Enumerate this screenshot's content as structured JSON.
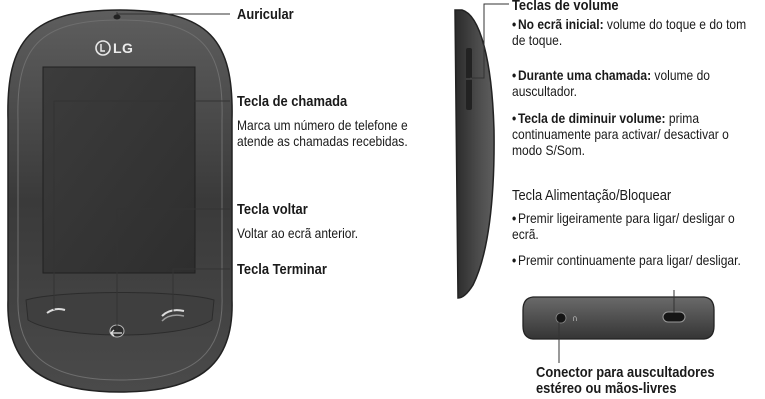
{
  "phone": {
    "brand": "LG"
  },
  "callouts": {
    "earpiece": "Auricular",
    "call_key": {
      "title": "Tecla de chamada",
      "desc": "Marca um número de telefone e atende as chamadas recebidas."
    },
    "back_key": {
      "title": "Tecla voltar",
      "desc": "Voltar ao ecrã anterior."
    },
    "end_key": "Tecla Terminar",
    "volume": {
      "title": "Teclas de volume",
      "items": [
        {
          "bold": "No ecrã inicial:",
          "text": " volume do toque e do tom de toque."
        },
        {
          "bold": "Durante uma chamada:",
          "text": " volume do auscultador."
        },
        {
          "bold": "Tecla de diminuir volume:",
          "text": " prima continuamente para activar/ desactivar o modo S/Som."
        }
      ]
    },
    "power": {
      "title": "Tecla Alimentação/Bloquear",
      "items": [
        "Premir ligeiramente para ligar/ desligar o ecrã.",
        "Premir continuamente para ligar/ desligar."
      ]
    },
    "headset": {
      "line1": "Conector para auscultadores",
      "line2": "estéreo ou mãos-livres"
    }
  }
}
